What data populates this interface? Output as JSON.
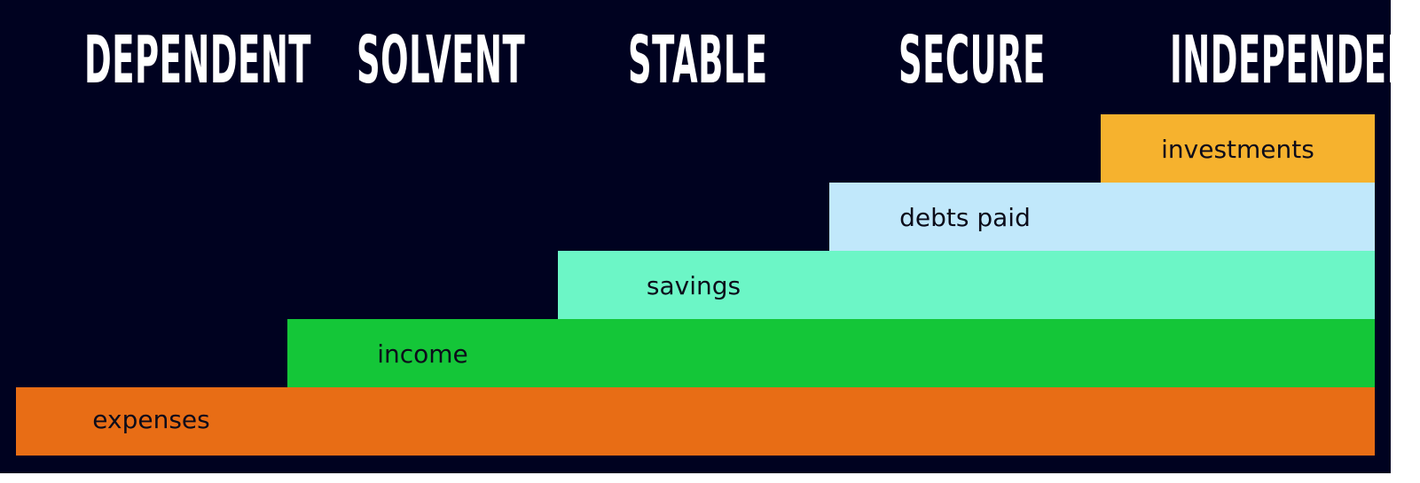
{
  "stages": [
    {
      "label": "DEPENDENT"
    },
    {
      "label": "SOLVENT"
    },
    {
      "label": "STABLE"
    },
    {
      "label": "SECURE"
    },
    {
      "label": "INDEPENDENT"
    }
  ],
  "steps": [
    {
      "label": "expenses",
      "color": "#E86D15"
    },
    {
      "label": "income",
      "color": "#14C638"
    },
    {
      "label": "savings",
      "color": "#6CF6C6"
    },
    {
      "label": "debts paid",
      "color": "#C1E8FB"
    },
    {
      "label": "investments",
      "color": "#F6B22E"
    }
  ],
  "colors": {
    "background": "#000220",
    "stage_text": "#FFFFFF",
    "step_text": "#0C0C1A"
  }
}
